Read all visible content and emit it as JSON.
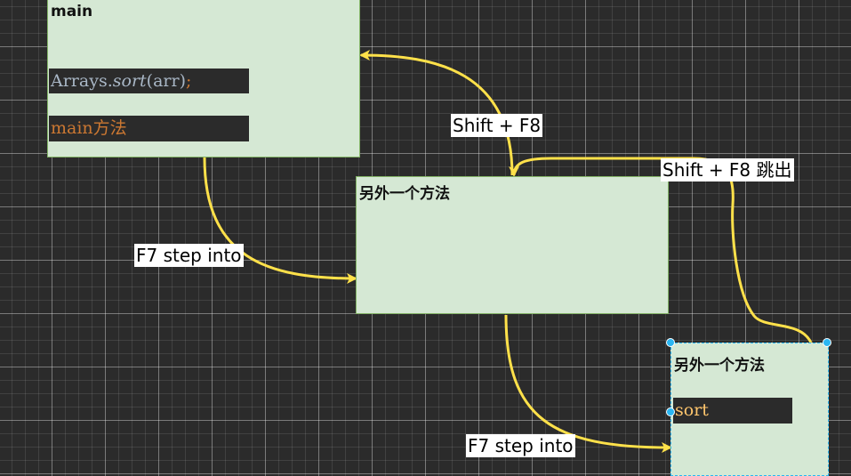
{
  "boxes": {
    "main": {
      "title": "main",
      "code_arrays": "Arrays.",
      "code_sort": "sort",
      "code_args": "(arr)",
      "code_semi": ";",
      "code_method": "main方法"
    },
    "other1": {
      "title": "另外一个方法"
    },
    "other2": {
      "title": "另外一个方法",
      "code_sort": "sort"
    }
  },
  "labels": {
    "shift_f8": "Shift + F8",
    "shift_f8_out": "Shift + F8 跳出",
    "f7_step_into_1": "F7 step into",
    "f7_step_into_2": "F7 step into"
  },
  "colors": {
    "canvas": "#2b2b2b",
    "box_fill": "#d5e8d4",
    "box_border": "#82b366",
    "arrow": "#ffe14a",
    "selection_handle": "#29b6f2"
  }
}
